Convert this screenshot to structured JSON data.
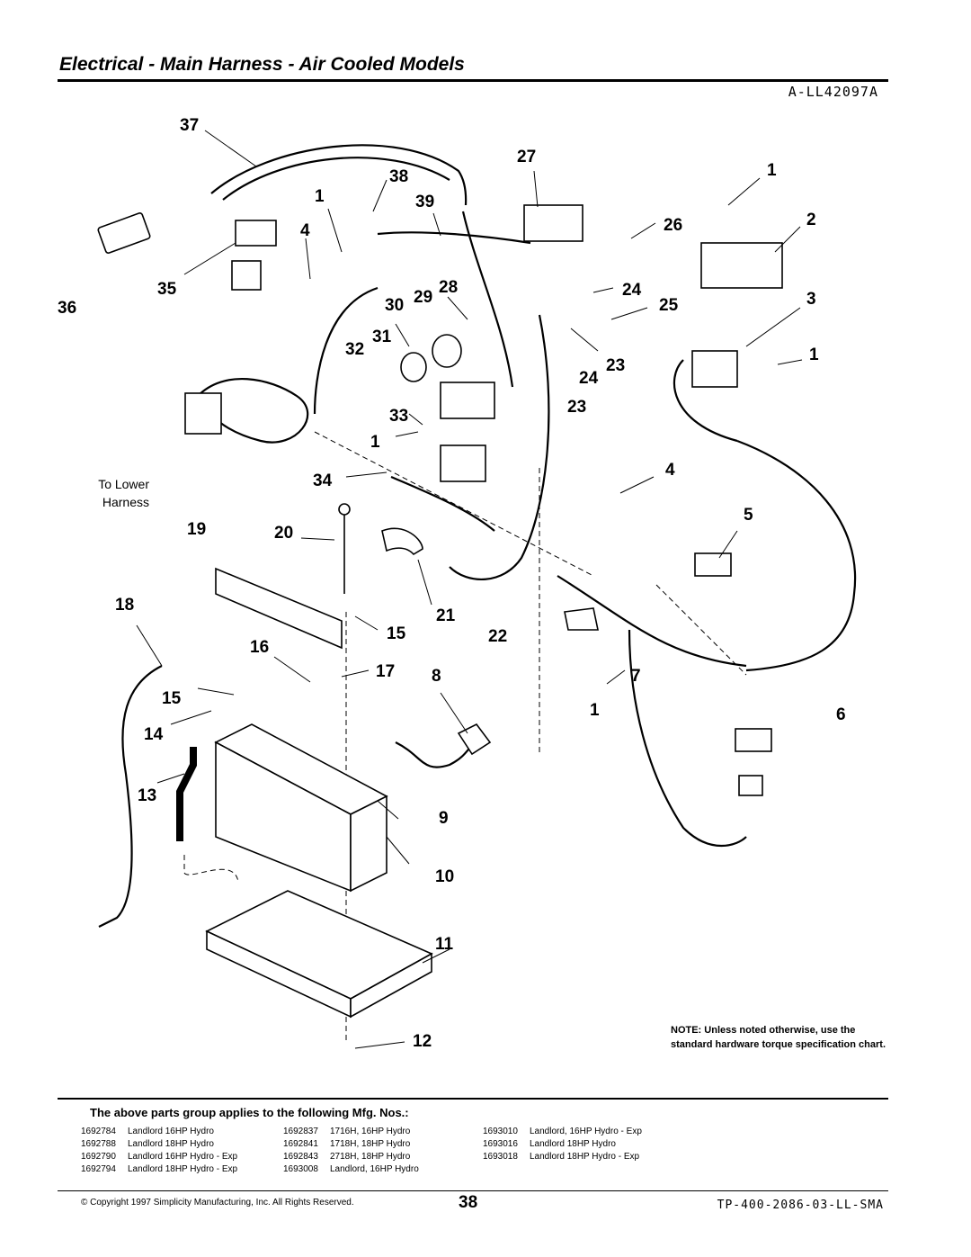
{
  "header": {
    "title": "Electrical - Main Harness - Air Cooled Models",
    "drawing_id": "A-LL42097A"
  },
  "diagram": {
    "to_lower_label_line1": "To Lower",
    "to_lower_label_line2": "Harness",
    "callouts": [
      "37",
      "27",
      "38",
      "1",
      "39",
      "1",
      "4",
      "26",
      "2",
      "35",
      "28",
      "24",
      "36",
      "30",
      "29",
      "25",
      "3",
      "31",
      "32",
      "1",
      "23",
      "24",
      "23",
      "33",
      "1",
      "34",
      "4",
      "5",
      "19",
      "20",
      "18",
      "21",
      "15",
      "22",
      "16",
      "17",
      "8",
      "7",
      "15",
      "1",
      "6",
      "14",
      "9",
      "13",
      "10",
      "11",
      "12"
    ]
  },
  "note": "NOTE: Unless noted otherwise, use the standard hardware torque specification chart.",
  "applies_heading": "The above parts group applies to the following Mfg. Nos.:",
  "mfg_columns": [
    [
      {
        "no": "1692784",
        "desc": "Landlord 16HP Hydro"
      },
      {
        "no": "1692788",
        "desc": "Landlord 18HP Hydro"
      },
      {
        "no": "1692790",
        "desc": "Landlord 16HP Hydro - Exp"
      },
      {
        "no": "1692794",
        "desc": "Landlord 18HP Hydro - Exp"
      }
    ],
    [
      {
        "no": "1692837",
        "desc": "1716H, 16HP Hydro"
      },
      {
        "no": "1692841",
        "desc": "1718H, 18HP Hydro"
      },
      {
        "no": "1692843",
        "desc": "2718H, 18HP Hydro"
      },
      {
        "no": "1693008",
        "desc": "Landlord, 16HP Hydro"
      }
    ],
    [
      {
        "no": "1693010",
        "desc": "Landlord, 16HP Hydro - Exp"
      },
      {
        "no": "1693016",
        "desc": "Landlord 18HP Hydro"
      },
      {
        "no": "1693018",
        "desc": "Landlord 18HP Hydro - Exp"
      }
    ]
  ],
  "footer": {
    "copyright": "© Copyright 1997 Simplicity Manufacturing, Inc. All Rights Reserved.",
    "page_number": "38",
    "doc_number": "TP-400-2086-03-LL-SMA"
  }
}
